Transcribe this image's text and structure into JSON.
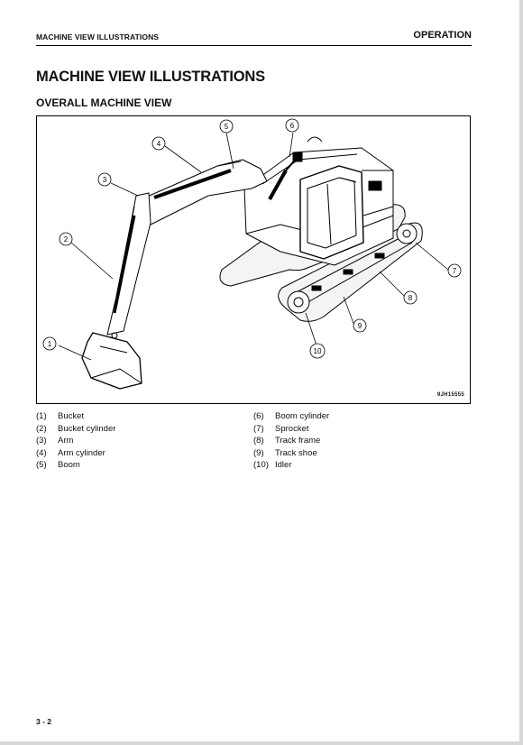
{
  "header": {
    "section_left": "MACHINE VIEW ILLUSTRATIONS",
    "section_right": "OPERATION"
  },
  "title": "MACHINE VIEW ILLUSTRATIONS",
  "subtitle": "OVERALL MACHINE VIEW",
  "figure": {
    "code": "9JH15555",
    "callouts": [
      "1",
      "2",
      "3",
      "4",
      "5",
      "6",
      "7",
      "8",
      "9",
      "10"
    ]
  },
  "legend_left": [
    {
      "num": "(1)",
      "label": "Bucket"
    },
    {
      "num": "(2)",
      "label": "Bucket cylinder"
    },
    {
      "num": "(3)",
      "label": "Arm"
    },
    {
      "num": "(4)",
      "label": "Arm cylinder"
    },
    {
      "num": "(5)",
      "label": "Boom"
    }
  ],
  "legend_right": [
    {
      "num": "(6)",
      "label": "Boom cylinder"
    },
    {
      "num": "(7)",
      "label": "Sprocket"
    },
    {
      "num": "(8)",
      "label": "Track frame"
    },
    {
      "num": "(9)",
      "label": "Track shoe"
    },
    {
      "num": "(10)",
      "label": "Idler"
    }
  ],
  "page_number": "3 - 2"
}
